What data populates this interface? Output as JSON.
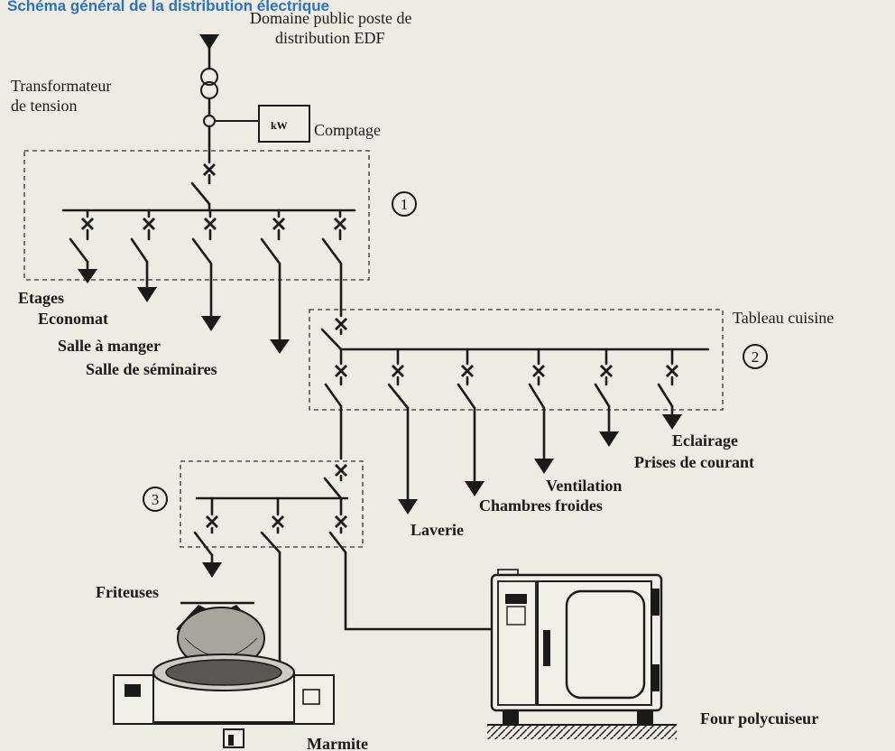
{
  "heading": "Schéma général de la distribution électrique",
  "labels": {
    "domaine_line1": "Domaine  public poste de",
    "domaine_line2": "distribution EDF",
    "transfo_line1": "Transformateur",
    "transfo_line2": "de tension",
    "meter_unit": "kW",
    "comptage": "Comptage",
    "tableau_cuisine": "Tableau cuisine"
  },
  "panel_numbers": [
    "1",
    "2",
    "3"
  ],
  "board1_outputs": [
    "Etages",
    "Economat",
    "Salle  à manger",
    "Salle de séminaires"
  ],
  "board2_outputs": [
    "Laverie",
    "Chambres  froides",
    "Ventilation",
    "Prises  de  courant",
    "Eclairage"
  ],
  "board3_outputs": [
    "Friteuses",
    "Marmite",
    "Four polycuiseur"
  ]
}
